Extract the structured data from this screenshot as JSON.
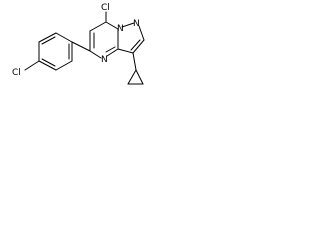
{
  "molecule": {
    "atoms": {
      "cl_top": "Cl",
      "n_bridge": "N",
      "n_pyrazole": "N",
      "n_pyrimidine": "N",
      "cl_phenyl": "Cl"
    },
    "colors": {
      "bond": "#000000",
      "background": "#ffffff"
    }
  }
}
